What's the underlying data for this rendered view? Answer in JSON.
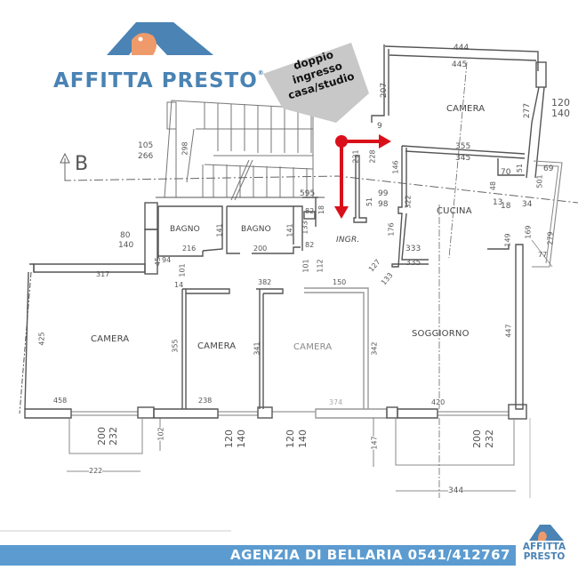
{
  "brand": {
    "name": "AFFITTA PRESTO",
    "registered_mark": "®",
    "colors": {
      "blue": "#4a83b4",
      "orange": "#ef9a6a",
      "bar": "#5b9bd0"
    }
  },
  "callout": {
    "lines": [
      "doppio",
      "ingresso",
      "casa/studio"
    ],
    "bg_color": "#c8c8c8"
  },
  "arrow": {
    "color": "#d9101a",
    "directions": [
      "right",
      "down"
    ]
  },
  "section_marker": {
    "label": "B"
  },
  "rooms": [
    {
      "name": "CAMERA",
      "id": "camera-nord"
    },
    {
      "name": "BAGNO",
      "id": "bagno-1"
    },
    {
      "name": "BAGNO",
      "id": "bagno-2"
    },
    {
      "name": "INGR.",
      "id": "ingresso"
    },
    {
      "name": "CUCINA",
      "id": "cucina"
    },
    {
      "name": "CAMERA",
      "id": "camera-1"
    },
    {
      "name": "CAMERA",
      "id": "camera-2"
    },
    {
      "name": "CAMERA",
      "id": "camera-3"
    },
    {
      "name": "SOGGIORNO",
      "id": "soggiorno"
    }
  ],
  "dimensions": {
    "d444": "444",
    "d445": "445",
    "d207": "207",
    "d277": "277",
    "d9": "9",
    "d120a": "120",
    "d140a": "140",
    "d355": "355",
    "d345": "345",
    "d231": "231",
    "d228": "228",
    "d146": "146",
    "d70": "70",
    "d51": "51",
    "d69": "69",
    "d48": "48",
    "d13": "13",
    "d18": "18",
    "d34": "34",
    "d501": "501",
    "d99": "99",
    "d98": "98",
    "d322": "322",
    "d595": "595",
    "d82a": "82",
    "d18b": "18",
    "d133": "133",
    "d82b": "82",
    "d51b": "51",
    "d105": "105",
    "d266": "266",
    "d298": "298",
    "d80": "80",
    "d140b": "140",
    "d141a": "141",
    "d141b": "141",
    "d216": "216",
    "d200": "200",
    "d176": "176",
    "d333": "333",
    "d335": "335",
    "d149": "149",
    "d169": "169",
    "d279": "279",
    "d77": "77",
    "d317": "317",
    "d94": "94",
    "d45": "45",
    "d101a": "101",
    "d14": "14",
    "d382": "382",
    "d150": "150",
    "d101b": "101",
    "d112": "112",
    "d127": "127",
    "d133b": "133",
    "d425": "425",
    "d355b": "355",
    "d341": "341",
    "d342": "342",
    "d447": "447",
    "d458": "458",
    "d238": "238",
    "d374": "374",
    "d420": "420",
    "d200b": "200",
    "d232b": "232",
    "d102": "102",
    "d120b": "120",
    "d140c": "140",
    "d120c": "120",
    "d140d": "140",
    "d222": "222",
    "d147": "147",
    "d200c": "200",
    "d232c": "232",
    "d344": "344"
  },
  "footer": {
    "text": "AGENZIA DI BELLARIA 0541/412767",
    "logo_line1": "AFFITTA",
    "logo_line2": "PRESTO"
  }
}
